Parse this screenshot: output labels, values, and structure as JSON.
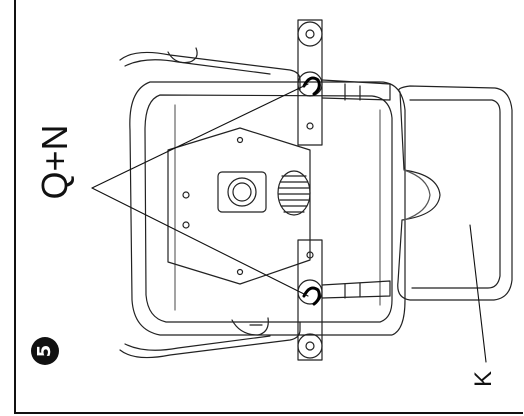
{
  "figure": {
    "step_number": "5",
    "parts_label": "Q+N",
    "component_label": "K"
  }
}
